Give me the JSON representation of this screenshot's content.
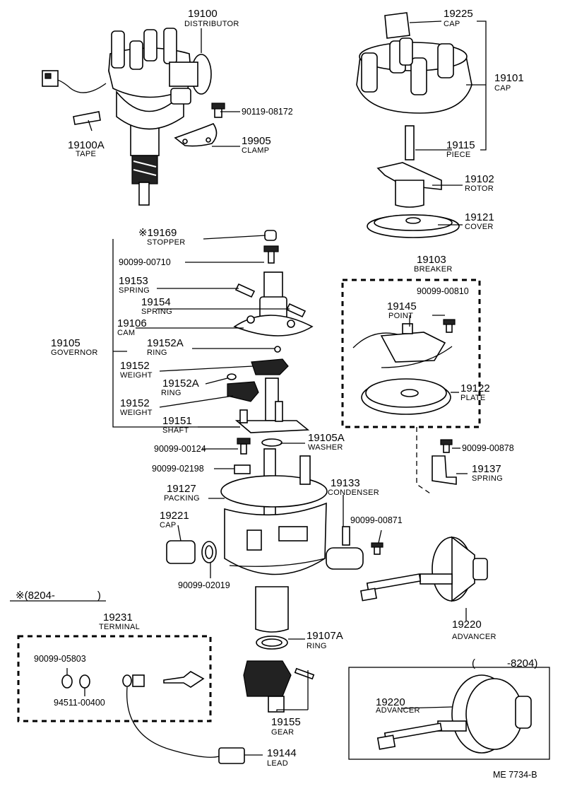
{
  "diagram": {
    "ref_code": "ME 7734-B",
    "date_from_note": "※(8204-    )",
    "date_to_note": "(   -8204)"
  },
  "parts": {
    "p19100": {
      "num": "19100",
      "name": "DISTRIBUTOR"
    },
    "p19100A": {
      "num": "19100A",
      "name": "TAPE"
    },
    "p90119": {
      "num": "90119-08172"
    },
    "p19905": {
      "num": "19905",
      "name": "CLAMP"
    },
    "p19225": {
      "num": "19225",
      "name": "CAP"
    },
    "p19101": {
      "num": "19101",
      "name": "CAP"
    },
    "p19115": {
      "num": "19115",
      "name": "PIECE"
    },
    "p19102": {
      "num": "19102",
      "name": "ROTOR"
    },
    "p19121": {
      "num": "19121",
      "name": "COVER"
    },
    "p19169": {
      "num": "※19169",
      "name": "STOPPER"
    },
    "p90099_00710": {
      "num": "90099-00710"
    },
    "p19153": {
      "num": "19153",
      "name": "SPRING"
    },
    "p19154": {
      "num": "19154",
      "name": "SPRING"
    },
    "p19106": {
      "num": "19106",
      "name": "CAM"
    },
    "p19105": {
      "num": "19105",
      "name": "GOVERNOR"
    },
    "p19152A_1": {
      "num": "19152A",
      "name": "RING"
    },
    "p19152_1": {
      "num": "19152",
      "name": "WEIGHT"
    },
    "p19152A_2": {
      "num": "19152A",
      "name": "RING"
    },
    "p19152_2": {
      "num": "19152",
      "name": "WEIGHT"
    },
    "p19151": {
      "num": "19151",
      "name": "SHAFT"
    },
    "p19103": {
      "num": "19103",
      "name": "BREAKER"
    },
    "p90099_00810": {
      "num": "90099-00810"
    },
    "p19145": {
      "num": "19145",
      "name": "POINT"
    },
    "p19122": {
      "num": "19122",
      "name": "PLATE"
    },
    "p90099_00124": {
      "num": "90099-00124"
    },
    "p19105A": {
      "num": "19105A",
      "name": "WASHER"
    },
    "p90099_00878": {
      "num": "90099-00878"
    },
    "p90099_02198": {
      "num": "90099-02198"
    },
    "p19137": {
      "num": "19137",
      "name": "SPRING"
    },
    "p19127": {
      "num": "19127",
      "name": "PACKING"
    },
    "p19133": {
      "num": "19133",
      "name": "CONDENSER"
    },
    "p19221": {
      "num": "19221",
      "name": "CAP"
    },
    "p90099_00871": {
      "num": "90099-00871"
    },
    "p90099_02019": {
      "num": "90099-02019"
    },
    "p19231": {
      "num": "19231",
      "name": "TERMINAL"
    },
    "p19220_1": {
      "num": "19220",
      "name": "ADVANCER"
    },
    "p19107A": {
      "num": "19107A",
      "name": "RING"
    },
    "p90099_05803": {
      "num": "90099-05803"
    },
    "p94511": {
      "num": "94511-00400"
    },
    "p19155": {
      "num": "19155",
      "name": "GEAR"
    },
    "p19220_2": {
      "num": "19220",
      "name": "ADVANCER"
    },
    "p19144": {
      "num": "19144",
      "name": "LEAD"
    }
  }
}
